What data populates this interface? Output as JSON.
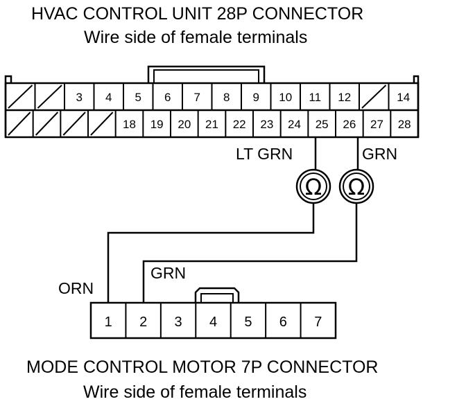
{
  "top_connector": {
    "title": "HVAC CONTROL UNIT 28P CONNECTOR",
    "subtitle": "Wire side of female terminals",
    "row1": [
      "",
      "",
      "3",
      "4",
      "5",
      "6",
      "7",
      "8",
      "9",
      "10",
      "11",
      "12",
      "",
      "14"
    ],
    "row2": [
      "",
      "",
      "",
      "",
      "18",
      "19",
      "20",
      "21",
      "22",
      "23",
      "24",
      "25",
      "26",
      "27",
      "28"
    ]
  },
  "bottom_connector": {
    "title": "MODE CONTROL MOTOR 7P CONNECTOR",
    "subtitle": "Wire side of female terminals",
    "pins": [
      "1",
      "2",
      "3",
      "4",
      "5",
      "6",
      "7"
    ]
  },
  "wires": {
    "lt_grn": "LT GRN",
    "grn_top": "GRN",
    "orn": "ORN",
    "grn_bottom": "GRN"
  },
  "meters": {
    "symbol": "Ω",
    "icon": "ohmmeter-icon"
  }
}
